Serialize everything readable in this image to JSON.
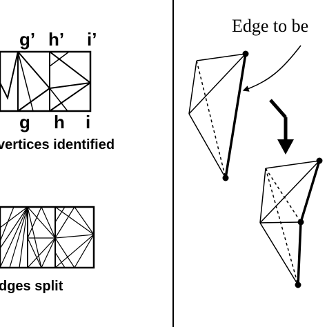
{
  "left_panel": {
    "top_vertex_labels": [
      "g’",
      "h’",
      "i’"
    ],
    "bottom_vertex_labels": [
      "g",
      "h",
      "i"
    ],
    "caption_top": "vertices identified",
    "caption_bottom": "dges split"
  },
  "right_panel": {
    "callout": "Edge to be"
  }
}
